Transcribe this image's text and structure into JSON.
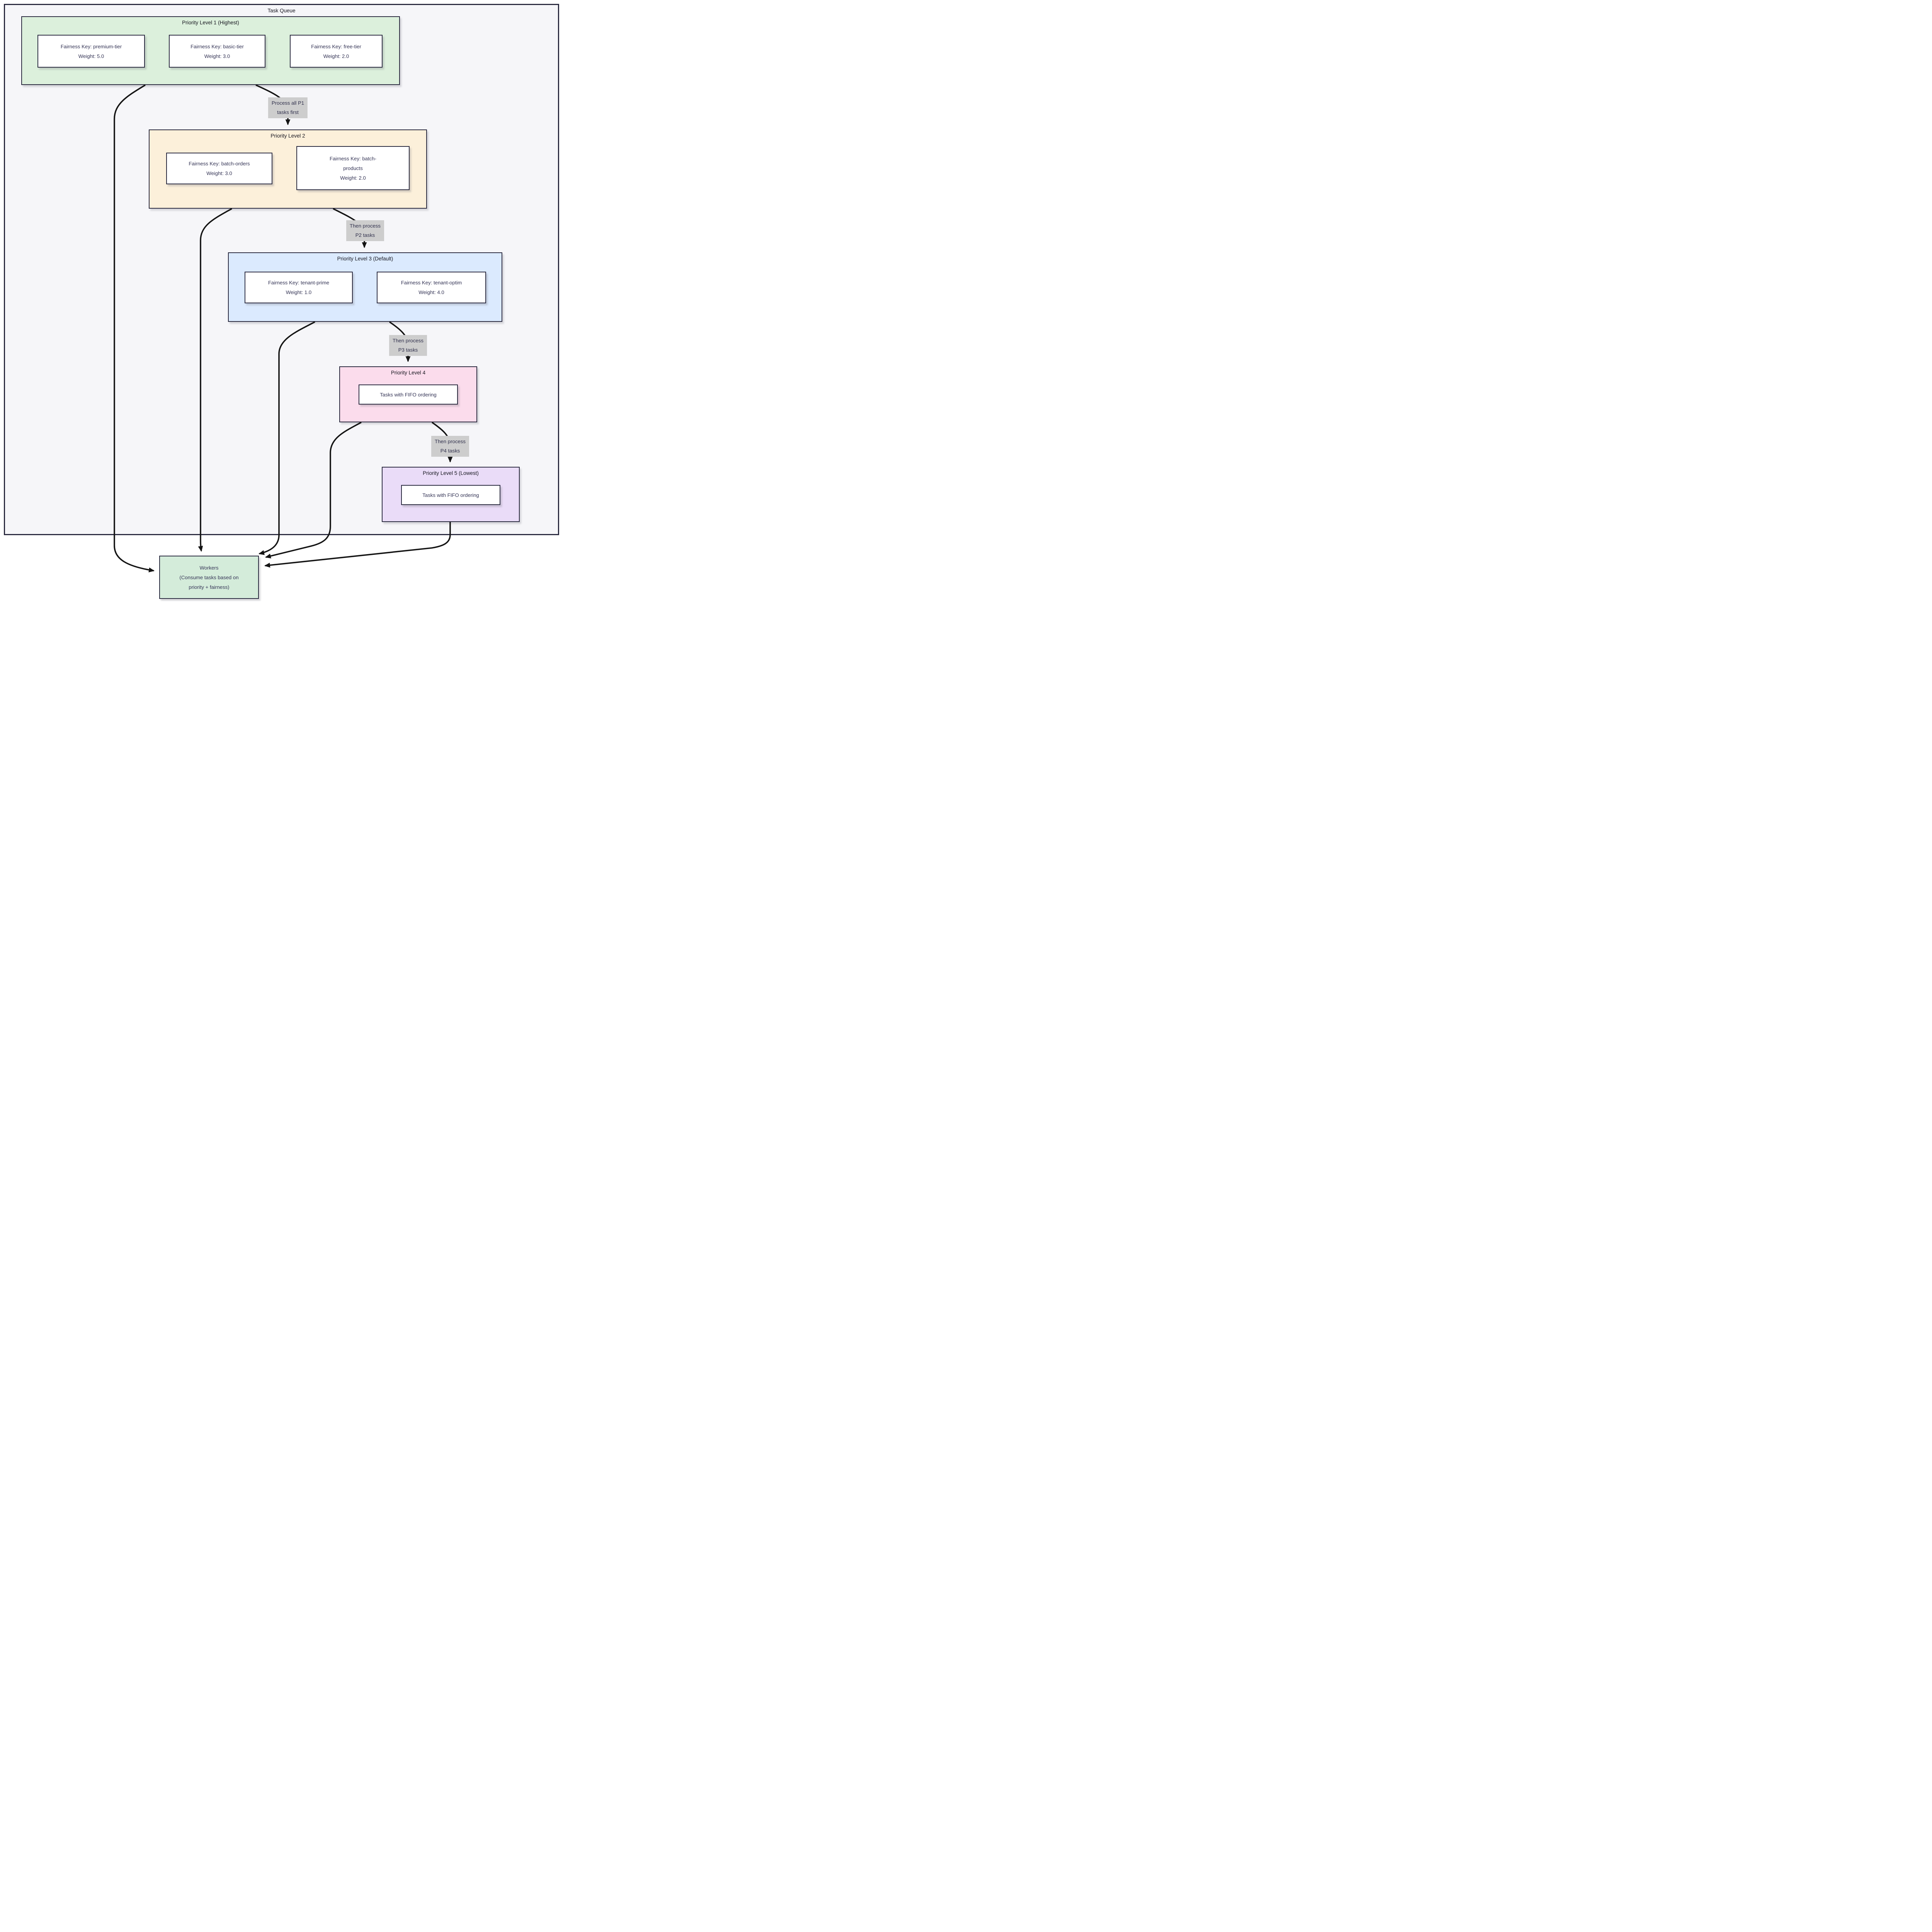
{
  "diagram": {
    "outer_title": "Task Queue",
    "clusters": [
      {
        "title": "Priority Level 1 (Highest)",
        "nodes": [
          {
            "lines": [
              "Fairness Key: premium-tier",
              "Weight: 5.0"
            ]
          },
          {
            "lines": [
              "Fairness Key: basic-tier",
              "Weight: 3.0"
            ]
          },
          {
            "lines": [
              "Fairness Key: free-tier",
              "Weight: 2.0"
            ]
          }
        ]
      },
      {
        "title": "Priority Level 2",
        "nodes": [
          {
            "lines": [
              "Fairness Key: batch-orders",
              "Weight: 3.0"
            ]
          },
          {
            "lines": [
              "Fairness Key: batch-",
              "products",
              "Weight: 2.0"
            ]
          }
        ]
      },
      {
        "title": "Priority Level 3 (Default)",
        "nodes": [
          {
            "lines": [
              "Fairness Key: tenant-prime",
              "Weight: 1.0"
            ]
          },
          {
            "lines": [
              "Fairness Key: tenant-optim",
              "Weight: 4.0"
            ]
          }
        ]
      },
      {
        "title": "Priority Level 4",
        "nodes": [
          {
            "lines": [
              "Tasks with FIFO ordering"
            ]
          }
        ]
      },
      {
        "title": "Priority Level 5 (Lowest)",
        "nodes": [
          {
            "lines": [
              "Tasks with FIFO ordering"
            ]
          }
        ]
      }
    ],
    "edge_labels": [
      {
        "line1": "Process all P1",
        "line2": "tasks first"
      },
      {
        "line1": "Then process",
        "line2": "P2 tasks"
      },
      {
        "line1": "Then process",
        "line2": "P3 tasks"
      },
      {
        "line1": "Then process",
        "line2": "P4 tasks"
      }
    ],
    "workers": {
      "line1": "Workers",
      "line2": "(Consume tasks based on",
      "line3": "priority + fairness)"
    },
    "colors": {
      "p1": "#dcf0dc",
      "p2": "#fcf0da",
      "p3": "#dbeafe",
      "p4": "#fbdcec",
      "p5": "#eadcf8",
      "workers": "#d4ecda",
      "label_bg": "#cdcdcd",
      "border": "#2b2b40",
      "arrow": "#141414"
    }
  }
}
